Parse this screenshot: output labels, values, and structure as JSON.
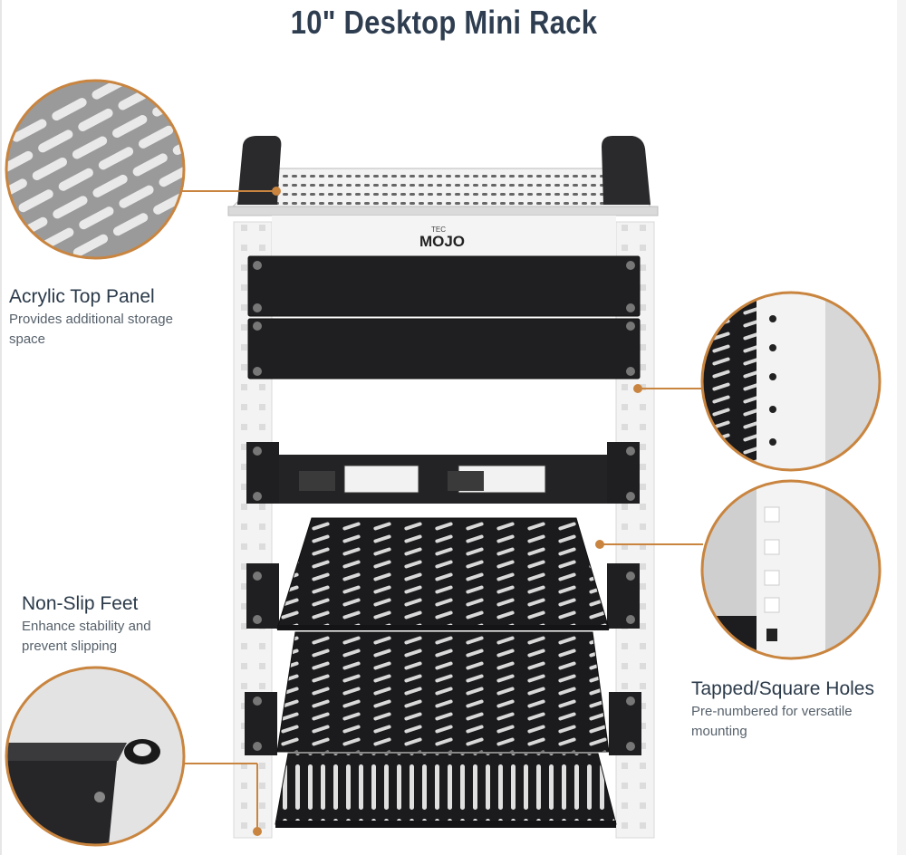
{
  "page": {
    "title": "10\" Desktop Mini Rack"
  },
  "brand": {
    "logo_small": "TEC",
    "logo_main": "MOJO"
  },
  "callouts": [
    {
      "id": "acrylic-top-panel",
      "title": "Acrylic Top Panel",
      "description_lines": [
        "Provides additional storage",
        "space"
      ]
    },
    {
      "id": "non-slip-feet",
      "title": "Non-Slip Feet",
      "description_lines": [
        "Enhance stability and",
        "prevent slipping"
      ]
    },
    {
      "id": "tapped-square-holes",
      "title": "Tapped/Square Holes",
      "description_lines": [
        "Pre-numbered for versatile",
        "mounting"
      ]
    }
  ],
  "colors": {
    "accent_orange": "#c9853f",
    "title_navy": "#2e3d50",
    "rack_black": "#1e1e20",
    "rack_white": "#f1f1f1"
  }
}
